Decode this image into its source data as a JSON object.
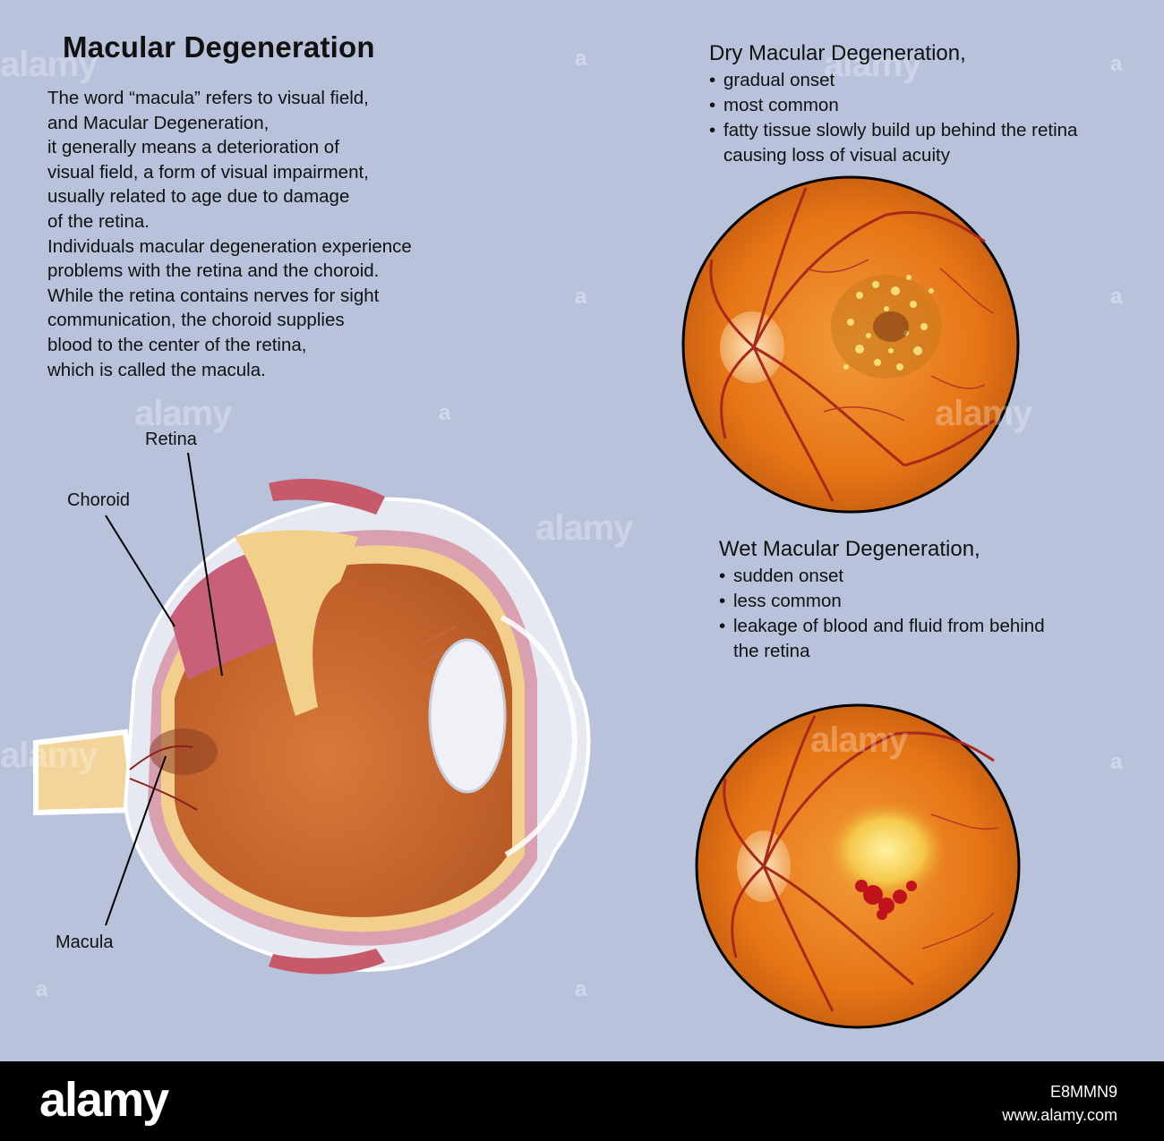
{
  "title": "Macular Degeneration",
  "intro_lines": [
    "The word “macula” refers to visual field,",
    "and Macular Degeneration,",
    "it generally means a deterioration of",
    "visual field, a form of visual impairment,",
    "usually related to age due to damage",
    "of the retina.",
    "Individuals macular degeneration experience",
    "problems with the retina and the choroid.",
    "While the retina contains nerves for sight",
    "communication, the choroid supplies",
    "blood to the center of the retina,",
    "which is called the macula."
  ],
  "dry": {
    "heading": "Dry Macular Degeneration,",
    "bullets": [
      "gradual onset",
      "most common",
      "fatty tissue slowly build up behind the retina"
    ],
    "continuation": "causing loss of visual acuity"
  },
  "wet": {
    "heading": "Wet Macular Degeneration,",
    "bullets": [
      "sudden onset",
      "less common",
      "leakage of blood and fluid from behind"
    ],
    "continuation": "the retina"
  },
  "labels": {
    "retina": "Retina",
    "choroid": "Choroid",
    "macula": "Macula"
  },
  "bullet_char": "•",
  "watermark": "alamy",
  "watermark_letter": "a",
  "footer": {
    "brand": "alamy",
    "image_id": "E8MMN9",
    "site": "www.alamy.com"
  },
  "colors": {
    "background": "#b8c3db",
    "fundus_orange": "#e8761a",
    "vessel_red": "#a8281c",
    "footer": "#000000"
  }
}
